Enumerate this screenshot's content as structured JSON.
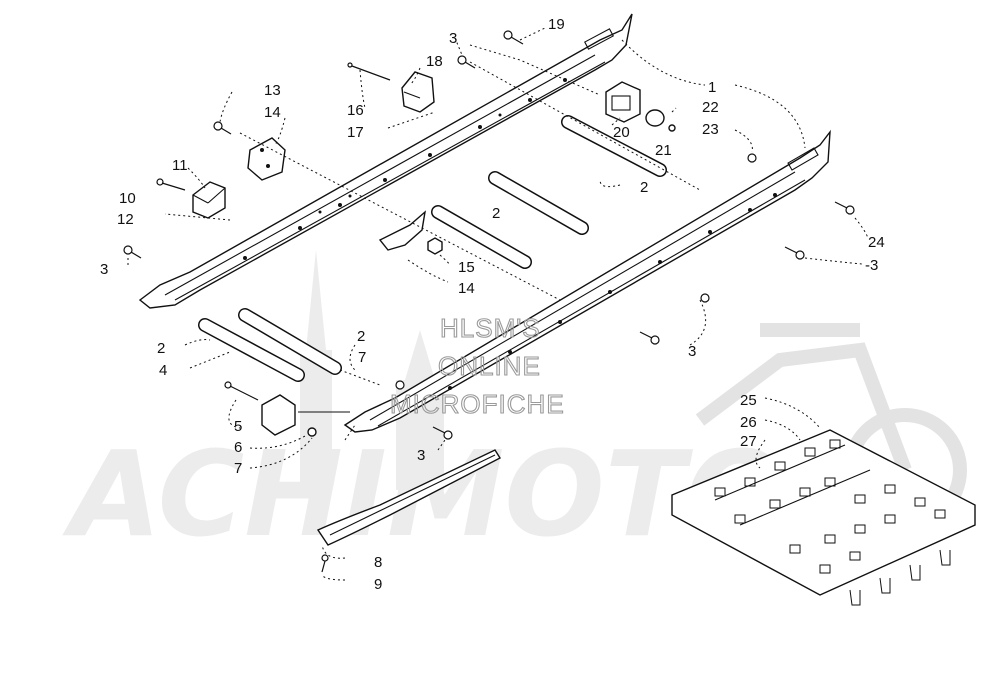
{
  "watermark": {
    "line1": "HLSM'S",
    "line2": "ONLINE",
    "line3": "MICROFICHE",
    "brand": "ACHIMOTO"
  },
  "callouts": {
    "c1": "1",
    "c2a": "2",
    "c2b": "2",
    "c2c": "2",
    "c2d": "2",
    "c3a": "3",
    "c3b": "3",
    "c3c": "-3",
    "c3d": "3",
    "c3e": "3",
    "c4": "4",
    "c5": "5",
    "c6": "6",
    "c7a": "7",
    "c7b": "7",
    "c8": "8",
    "c9": "9",
    "c10": "10",
    "c11": "11",
    "c12": "12",
    "c13": "13",
    "c14a": "14",
    "c14b": "14",
    "c15": "15",
    "c16": "16",
    "c17": "17",
    "c18": "18",
    "c19": "19",
    "c20": "20",
    "c21": "21",
    "c22": "22",
    "c23": "23",
    "c24": "24",
    "c25": "25",
    "c26": "26",
    "c27": "27"
  }
}
